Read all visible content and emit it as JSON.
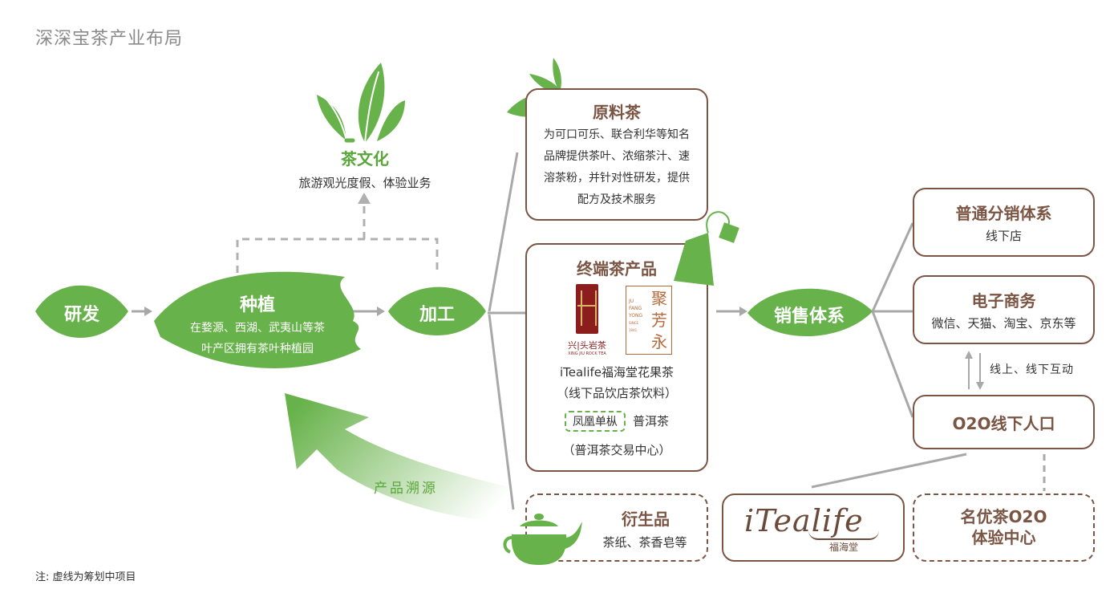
{
  "title": "深深宝茶产业布局",
  "note": "注: 虚线为筹划中项目",
  "colors": {
    "green": "#67b24a",
    "brown": "#7b5544",
    "grey_line": "#a8a8a8"
  },
  "culture": {
    "title": "茶文化",
    "subtitle": "旅游观光度假、体验业务"
  },
  "rnd": {
    "label": "研发"
  },
  "planting": {
    "title": "种植",
    "line1": "在婺源、西湖、武夷山等茶",
    "line2": "叶产区拥有茶叶种植园"
  },
  "processing": {
    "label": "加工"
  },
  "traceability": {
    "label": "产品溯源"
  },
  "raw_tea": {
    "title": "原料茶",
    "lines": [
      "为可口可乐、联合利华等知名",
      "品牌提供茶叶、浓缩茶汁、速",
      "溶茶粉，并针对性研发，提供",
      "配方及技术服务"
    ]
  },
  "terminal": {
    "title": "终端茶产品",
    "logo1_caption": "兴|头岩茶",
    "logo1_sub": "XING JIU ROCK TEA",
    "logo2_chars": [
      "聚",
      "芳",
      "永"
    ],
    "logo2_en": [
      "JU",
      "FANG",
      "YONG"
    ],
    "logo2_since": "SINCE 1941",
    "line1": "iTealife福海堂花果茶",
    "line2": "（线下品饮店茶饮料）",
    "dashed_brand": "凤凰单枞",
    "puer": "普洱茶",
    "line4": "（普洱茶交易中心）"
  },
  "derivative": {
    "title": "衍生品",
    "text": "茶纸、茶香皂等"
  },
  "sales": {
    "label": "销售体系"
  },
  "distribution": {
    "title": "普通分销体系",
    "text": "线下店"
  },
  "ecommerce": {
    "title": "电子商务",
    "text": "微信、天猫、淘宝、京东等"
  },
  "interaction": {
    "label": "线上、线下互动"
  },
  "o2o": {
    "title": "O2O线下人口"
  },
  "itealife": {
    "logo": "iTealife",
    "sub": "福海堂"
  },
  "famous": {
    "line1": "名优茶O2O",
    "line2": "体验中心"
  }
}
